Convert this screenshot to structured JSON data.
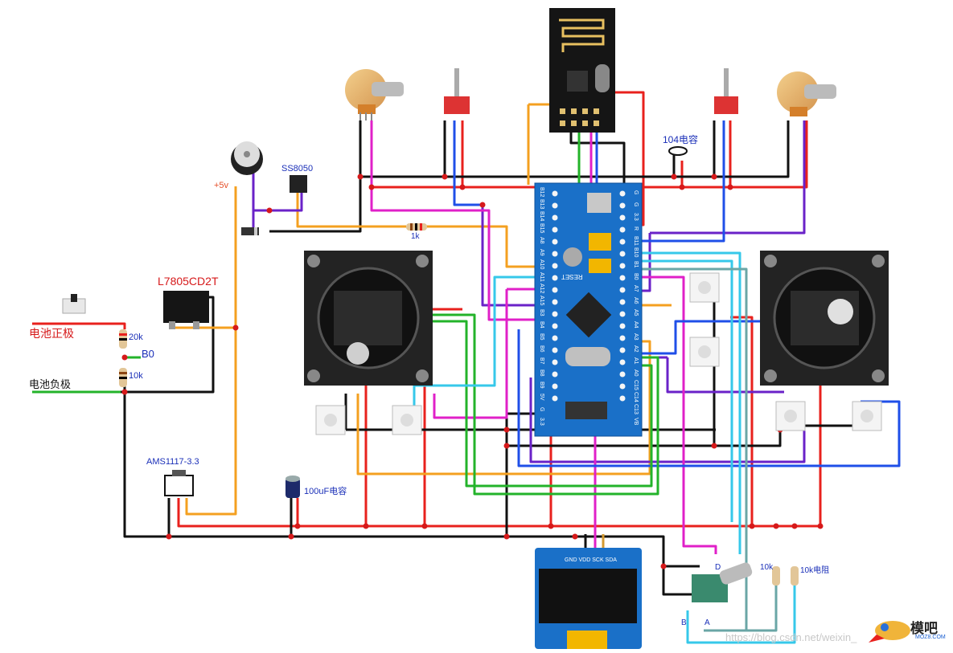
{
  "labels": {
    "l7805": "L7805CD2T",
    "battery_pos": "电池正极",
    "battery_neg": "电池负极",
    "r20k": "20k",
    "b0": "B0",
    "r10k_div": "10k",
    "ams": "AMS1117-3.3",
    "cap100": "100uF电容",
    "cap104": "104电容",
    "ss8050": "SS8050",
    "plus5v": "+5v",
    "r1k": "1k",
    "r10k_a": "10k",
    "r10k_b": "10k电阻",
    "enc_d": "D",
    "enc_b": "B",
    "enc_a": "A",
    "oled_pins": "GND VDD SCK SDA",
    "reset": "RESET"
  },
  "mcu_left_pins": [
    "B12",
    "B13",
    "B14",
    "B15",
    "A8",
    "A9",
    "A10",
    "A11",
    "A12",
    "A15",
    "B3",
    "B4",
    "B5",
    "B6",
    "B7",
    "B8",
    "B9",
    "5V",
    "G",
    "3.3"
  ],
  "mcu_right_pins": [
    "G",
    "G",
    "3.3",
    "R",
    "B11",
    "B10",
    "B1",
    "B0",
    "A7",
    "A6",
    "A5",
    "A4",
    "A3",
    "A2",
    "A1",
    "A0",
    "C15",
    "C14",
    "C13",
    "VB"
  ],
  "watermark": "https://blog.csdn.net/weixin_",
  "logo": {
    "name": "模吧",
    "sub": "MOZ8.COM"
  },
  "colors": {
    "red": "#e8211d",
    "black": "#111111",
    "orange": "#f4a020",
    "purple": "#6a22c8",
    "magenta": "#e020c8",
    "blue": "#1f4fe8",
    "green": "#23b32a",
    "cyan": "#36c8ea",
    "teal": "#6aa6a6",
    "yellow": "#f0b43a",
    "pcb": "#1a70c8"
  }
}
